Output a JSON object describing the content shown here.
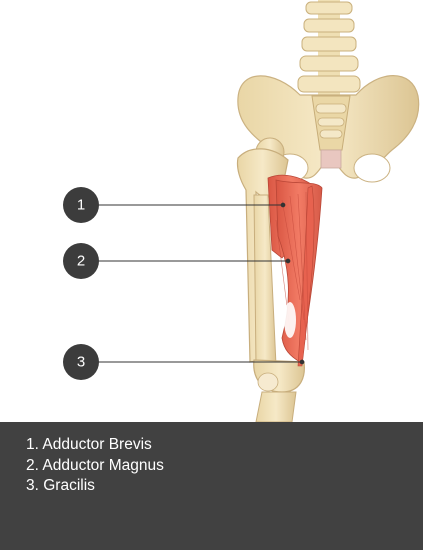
{
  "markers": [
    {
      "number": "1",
      "label": "Adductor Brevis"
    },
    {
      "number": "2",
      "label": "Adductor Magnus"
    },
    {
      "number": "3",
      "label": "Gracilis"
    }
  ],
  "legend": {
    "items": [
      "1. Adductor Brevis",
      "2. Adductor Magnus",
      "3. Gracilis"
    ]
  },
  "colors": {
    "bone": "#f2e2b8",
    "bone_shadow": "#d9c392",
    "muscle": "#ea6a55",
    "muscle_dark": "#c84a3a",
    "marker": "#3c3c3c",
    "legend_bg": "#414141",
    "legend_text": "#ffffff"
  }
}
